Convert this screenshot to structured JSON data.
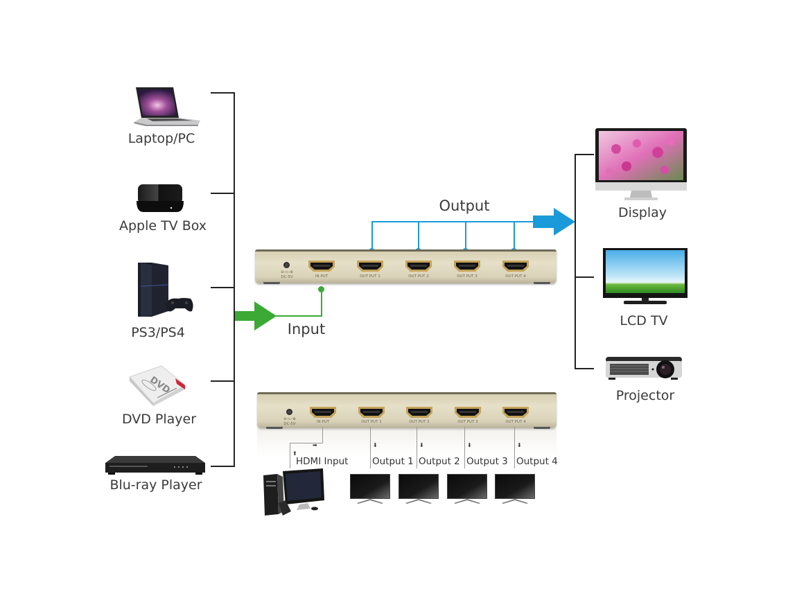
{
  "sources": [
    {
      "name": "Laptop/PC",
      "icon": "laptop-icon"
    },
    {
      "name": "Apple TV Box",
      "icon": "apple-tv-icon"
    },
    {
      "name": "PS3/PS4",
      "icon": "game-console-icon"
    },
    {
      "name": "DVD Player",
      "icon": "dvd-player-icon"
    },
    {
      "name": "Blu-ray Player",
      "icon": "bluray-player-icon"
    }
  ],
  "destinations": [
    {
      "name": "Display",
      "icon": "monitor-icon"
    },
    {
      "name": "LCD TV",
      "icon": "lcd-tv-icon"
    },
    {
      "name": "Projector",
      "icon": "projector-icon"
    }
  ],
  "flow": {
    "input_label": "Input",
    "output_label": "Output",
    "input_color": "#3aaa35",
    "output_color": "#1a9ad8"
  },
  "splitter": {
    "power_symbol": "⊖-⊂-⊕",
    "power_label": "DC-5V",
    "ports": [
      "IN PUT",
      "OUT PUT 1",
      "OUT PUT 2",
      "OUT PUT 3",
      "OUT PUT 4"
    ]
  },
  "bottom_diagram": {
    "labels": [
      "HDMI Input",
      "Output 1",
      "Output 2",
      "Output 3",
      "Output 4"
    ],
    "arrow_up": "⬆",
    "arrow_right": "➡",
    "arrow_down": "⬇"
  }
}
